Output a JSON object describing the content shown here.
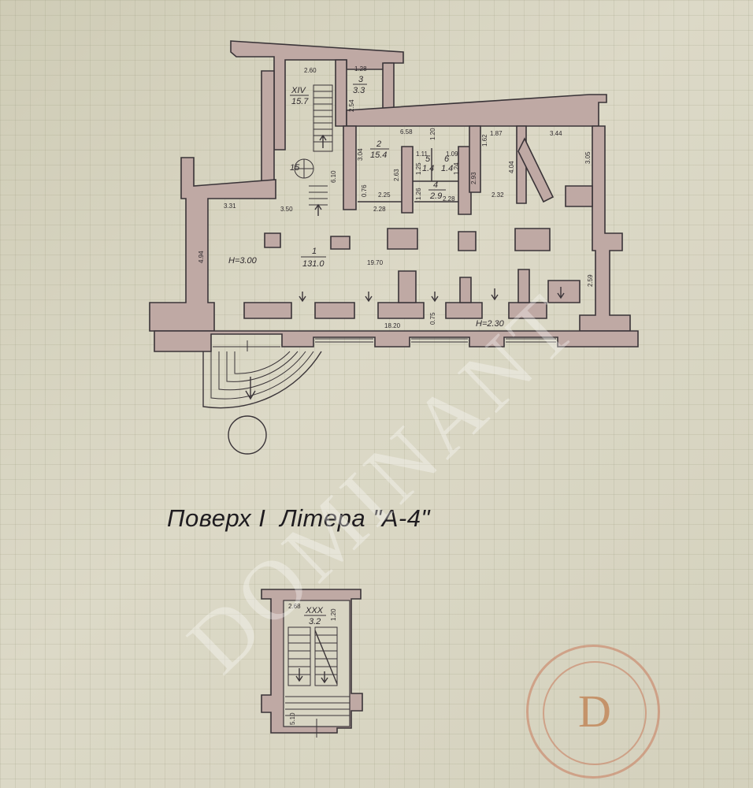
{
  "plan": {
    "caption_floor": "Поверх I",
    "caption_letter": "Літера \"А-4\"",
    "watermark": "DOMINANT",
    "seal_letter": "D",
    "rooms": [
      {
        "num": "1",
        "area": "131.0"
      },
      {
        "num": "2",
        "area": "15.4"
      },
      {
        "num": "3",
        "area": "3.3"
      },
      {
        "num": "4",
        "area": "2.9"
      },
      {
        "num": "5",
        "area": "1.4"
      },
      {
        "num": "6",
        "area": "1.4"
      },
      {
        "num": "XIV",
        "area": "15.7"
      },
      {
        "num": "15",
        "area": ""
      },
      {
        "num": "XXX",
        "area": "3.2"
      }
    ],
    "heights": {
      "main": "H=3.00",
      "front": "H=2.30"
    },
    "dimensions": [
      "2.60",
      "1.28",
      "2.54",
      "6.58",
      "1.20",
      "1.87",
      "3.44",
      "3.04",
      "1.62",
      "3.05",
      "1.11",
      "1.09",
      "1.25",
      "1.24",
      "2.63",
      "2.93",
      "4.04",
      "6.10",
      "0.76",
      "2.25",
      "1.26",
      "2.28",
      "2.32",
      "3.31",
      "3.50",
      "2.28",
      "4.94",
      "19.70",
      "2.59",
      "18.20",
      "0.75",
      "2.68",
      "1.20",
      "5.10"
    ]
  }
}
